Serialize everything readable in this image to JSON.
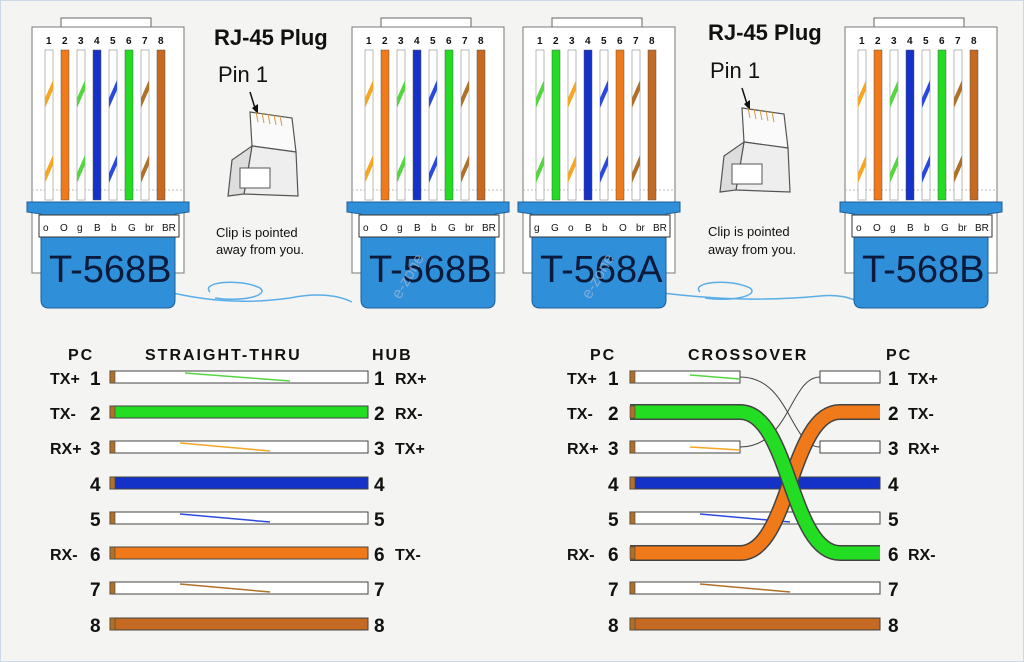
{
  "colors": {
    "o": "#f5a623",
    "O": "#f07a1a",
    "g": "#55d640",
    "G": "#22dd22",
    "b": "#2a4adf",
    "B": "#1532c8",
    "br": "#b0702a",
    "BR": "#c46a22",
    "white": "#ffffff",
    "bg": "#f4f4f2",
    "boot": "#2f8fd8",
    "clip_face": "#ffffff"
  },
  "plug_annotation": {
    "title": "RJ-45 Plug",
    "pin_label": "Pin 1",
    "clip_note_line1": "Clip is pointed",
    "clip_note_line2": "away from you."
  },
  "watermark": "e-zone",
  "connectors": [
    {
      "standard": "T-568B",
      "pin_numbers": [
        "1",
        "2",
        "3",
        "4",
        "5",
        "6",
        "7",
        "8"
      ],
      "codes": [
        "o",
        "O",
        "g",
        "B",
        "b",
        "G",
        "br",
        "BR"
      ]
    },
    {
      "standard": "T-568B",
      "pin_numbers": [
        "1",
        "2",
        "3",
        "4",
        "5",
        "6",
        "7",
        "8"
      ],
      "codes": [
        "o",
        "O",
        "g",
        "B",
        "b",
        "G",
        "br",
        "BR"
      ]
    },
    {
      "standard": "T-568A",
      "pin_numbers": [
        "1",
        "2",
        "3",
        "4",
        "5",
        "6",
        "7",
        "8"
      ],
      "codes": [
        "g",
        "G",
        "o",
        "B",
        "b",
        "O",
        "br",
        "BR"
      ]
    },
    {
      "standard": "T-568B",
      "pin_numbers": [
        "1",
        "2",
        "3",
        "4",
        "5",
        "6",
        "7",
        "8"
      ],
      "codes": [
        "o",
        "O",
        "g",
        "B",
        "b",
        "G",
        "br",
        "BR"
      ]
    }
  ],
  "straight_thru": {
    "title": "STRAIGHT-THRU",
    "left_header": "PC",
    "right_header": "HUB",
    "rows": [
      {
        "pin": "1",
        "left": "TX+",
        "right": "RX+",
        "wire": "g"
      },
      {
        "pin": "2",
        "left": "TX-",
        "right": "RX-",
        "wire": "G"
      },
      {
        "pin": "3",
        "left": "RX+",
        "right": "TX+",
        "wire": "o"
      },
      {
        "pin": "4",
        "left": "",
        "right": "",
        "wire": "B"
      },
      {
        "pin": "5",
        "left": "",
        "right": "",
        "wire": "b"
      },
      {
        "pin": "6",
        "left": "RX-",
        "right": "TX-",
        "wire": "O"
      },
      {
        "pin": "7",
        "left": "",
        "right": "",
        "wire": "br"
      },
      {
        "pin": "8",
        "left": "",
        "right": "",
        "wire": "BR"
      }
    ]
  },
  "crossover": {
    "title": "CROSSOVER",
    "left_header": "PC",
    "right_header": "PC",
    "rows": [
      {
        "pin": "1",
        "left": "TX+",
        "right": "TX+"
      },
      {
        "pin": "2",
        "left": "TX-",
        "right": "TX-"
      },
      {
        "pin": "3",
        "left": "RX+",
        "right": "RX+"
      },
      {
        "pin": "4",
        "left": "",
        "right": ""
      },
      {
        "pin": "5",
        "left": "",
        "right": ""
      },
      {
        "pin": "6",
        "left": "RX-",
        "right": "RX-"
      },
      {
        "pin": "7",
        "left": "",
        "right": ""
      },
      {
        "pin": "8",
        "left": "",
        "right": ""
      }
    ]
  }
}
